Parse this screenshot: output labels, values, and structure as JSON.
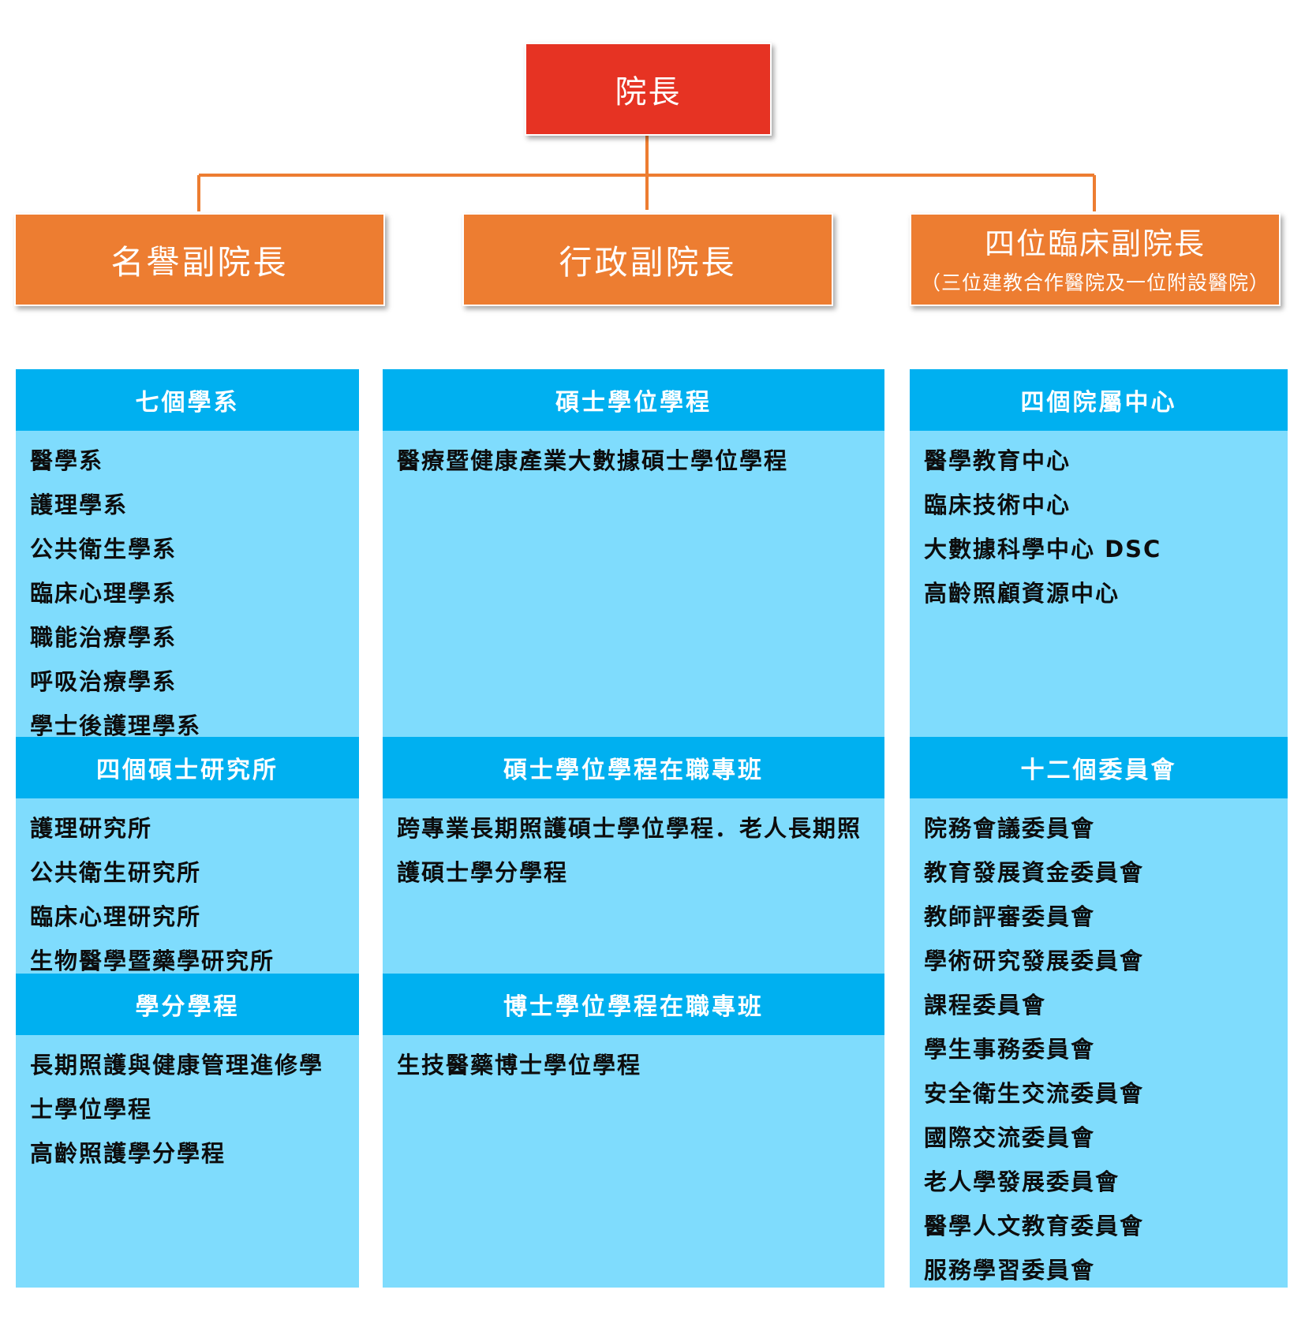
{
  "president": {
    "label": "院長",
    "color": "#e63323"
  },
  "vice_presidents": [
    {
      "label": "名譽副院長",
      "sub": ""
    },
    {
      "label": "行政副院長",
      "sub": ""
    },
    {
      "label": "四位臨床副院長",
      "sub": "（三位建教合作醫院及一位附設醫院）"
    }
  ],
  "colors": {
    "vp_box": "#ed7d31",
    "connector": "#ed7d31",
    "section_header": "#00b0f0",
    "section_body": "#7fdcfd"
  },
  "columns": {
    "left": [
      {
        "title": "七個學系",
        "items": [
          "醫學系",
          "護理學系",
          "公共衛生學系",
          "臨床心理學系",
          "職能治療學系",
          "呼吸治療學系",
          "學士後護理學系"
        ]
      },
      {
        "title": "四個碩士研究所",
        "items": [
          "護理研究所",
          "公共衛生研究所",
          "臨床心理研究所",
          "生物醫學暨藥學研究所"
        ]
      },
      {
        "title": "學分學程",
        "items": [
          "長期照護與健康管理進修學士學位學程",
          "高齡照護學分學程"
        ]
      }
    ],
    "middle": [
      {
        "title": "碩士學位學程",
        "items": [
          "醫療暨健康產業大數據碩士學位學程"
        ]
      },
      {
        "title": "碩士學位學程在職專班",
        "items": [
          "跨專業長期照護碩士學位學程．老人長期照護碩士學分學程"
        ]
      },
      {
        "title": "博士學位學程在職專班",
        "items": [
          "生技醫藥博士學位學程"
        ]
      }
    ],
    "right": [
      {
        "title": "四個院屬中心",
        "items": [
          "醫學教育中心",
          "臨床技術中心",
          "大數據科學中心 DSC",
          "高齡照顧資源中心"
        ]
      },
      {
        "title": "十二個委員會",
        "items": [
          "院務會議委員會",
          "教育發展資金委員會",
          "教師評審委員會",
          "學術研究發展委員會",
          "課程委員會",
          "學生事務委員會",
          "安全衛生交流委員會",
          "國際交流委員會",
          "老人學發展委員會",
          "醫學人文教育委員會",
          "服務學習委員會"
        ]
      }
    ]
  }
}
